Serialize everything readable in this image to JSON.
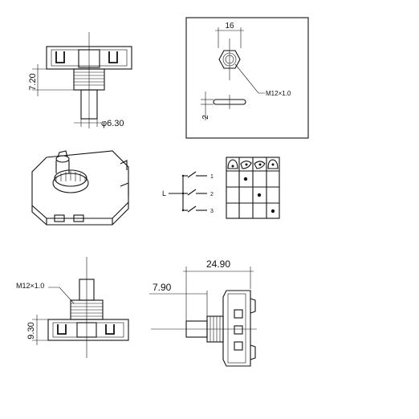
{
  "top_view": {
    "dim_height": "7.20",
    "dim_shaft_diameter": "φ6.30"
  },
  "detail_view": {
    "dim_width": "16",
    "thread_label": "M12×1.0",
    "dim_thickness": "2"
  },
  "circuit": {
    "common_label": "L",
    "outputs": [
      "1",
      "2",
      "3"
    ]
  },
  "truth_table": {
    "rows": 3,
    "cols": 4,
    "dots": [
      [
        0,
        1
      ],
      [
        1,
        2
      ],
      [
        2,
        3
      ]
    ]
  },
  "front_view": {
    "thread_label": "M12×1.0",
    "dim_height": "9.30"
  },
  "side_view": {
    "dim_length": "24.90",
    "dim_shaft": "7.90"
  },
  "colors": {
    "line": "#111111",
    "background": "#ffffff"
  }
}
